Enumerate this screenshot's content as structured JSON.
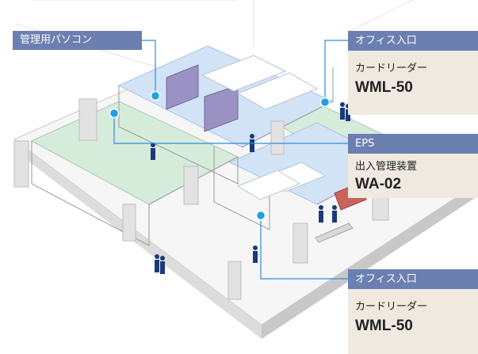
{
  "labels": {
    "pc": "管理用パソコン",
    "callouts": [
      {
        "header": "オフィス入口",
        "sub": "カードリーダー",
        "model": "WML-50"
      },
      {
        "header": "EPS",
        "sub": "出入管理装置",
        "model": "WA-02"
      },
      {
        "header": "オフィス入口",
        "sub": "カードリーダー",
        "model": "WML-50"
      }
    ]
  },
  "colors": {
    "label_header": "#6b7fb0",
    "label_body": "#efe9e0",
    "marker": "#1ea0e6",
    "leader_line": "#2b8fd9",
    "zone_green": "#d6ecdb",
    "zone_blue": "#d2e3f6",
    "figure": "#1c3a7a"
  }
}
